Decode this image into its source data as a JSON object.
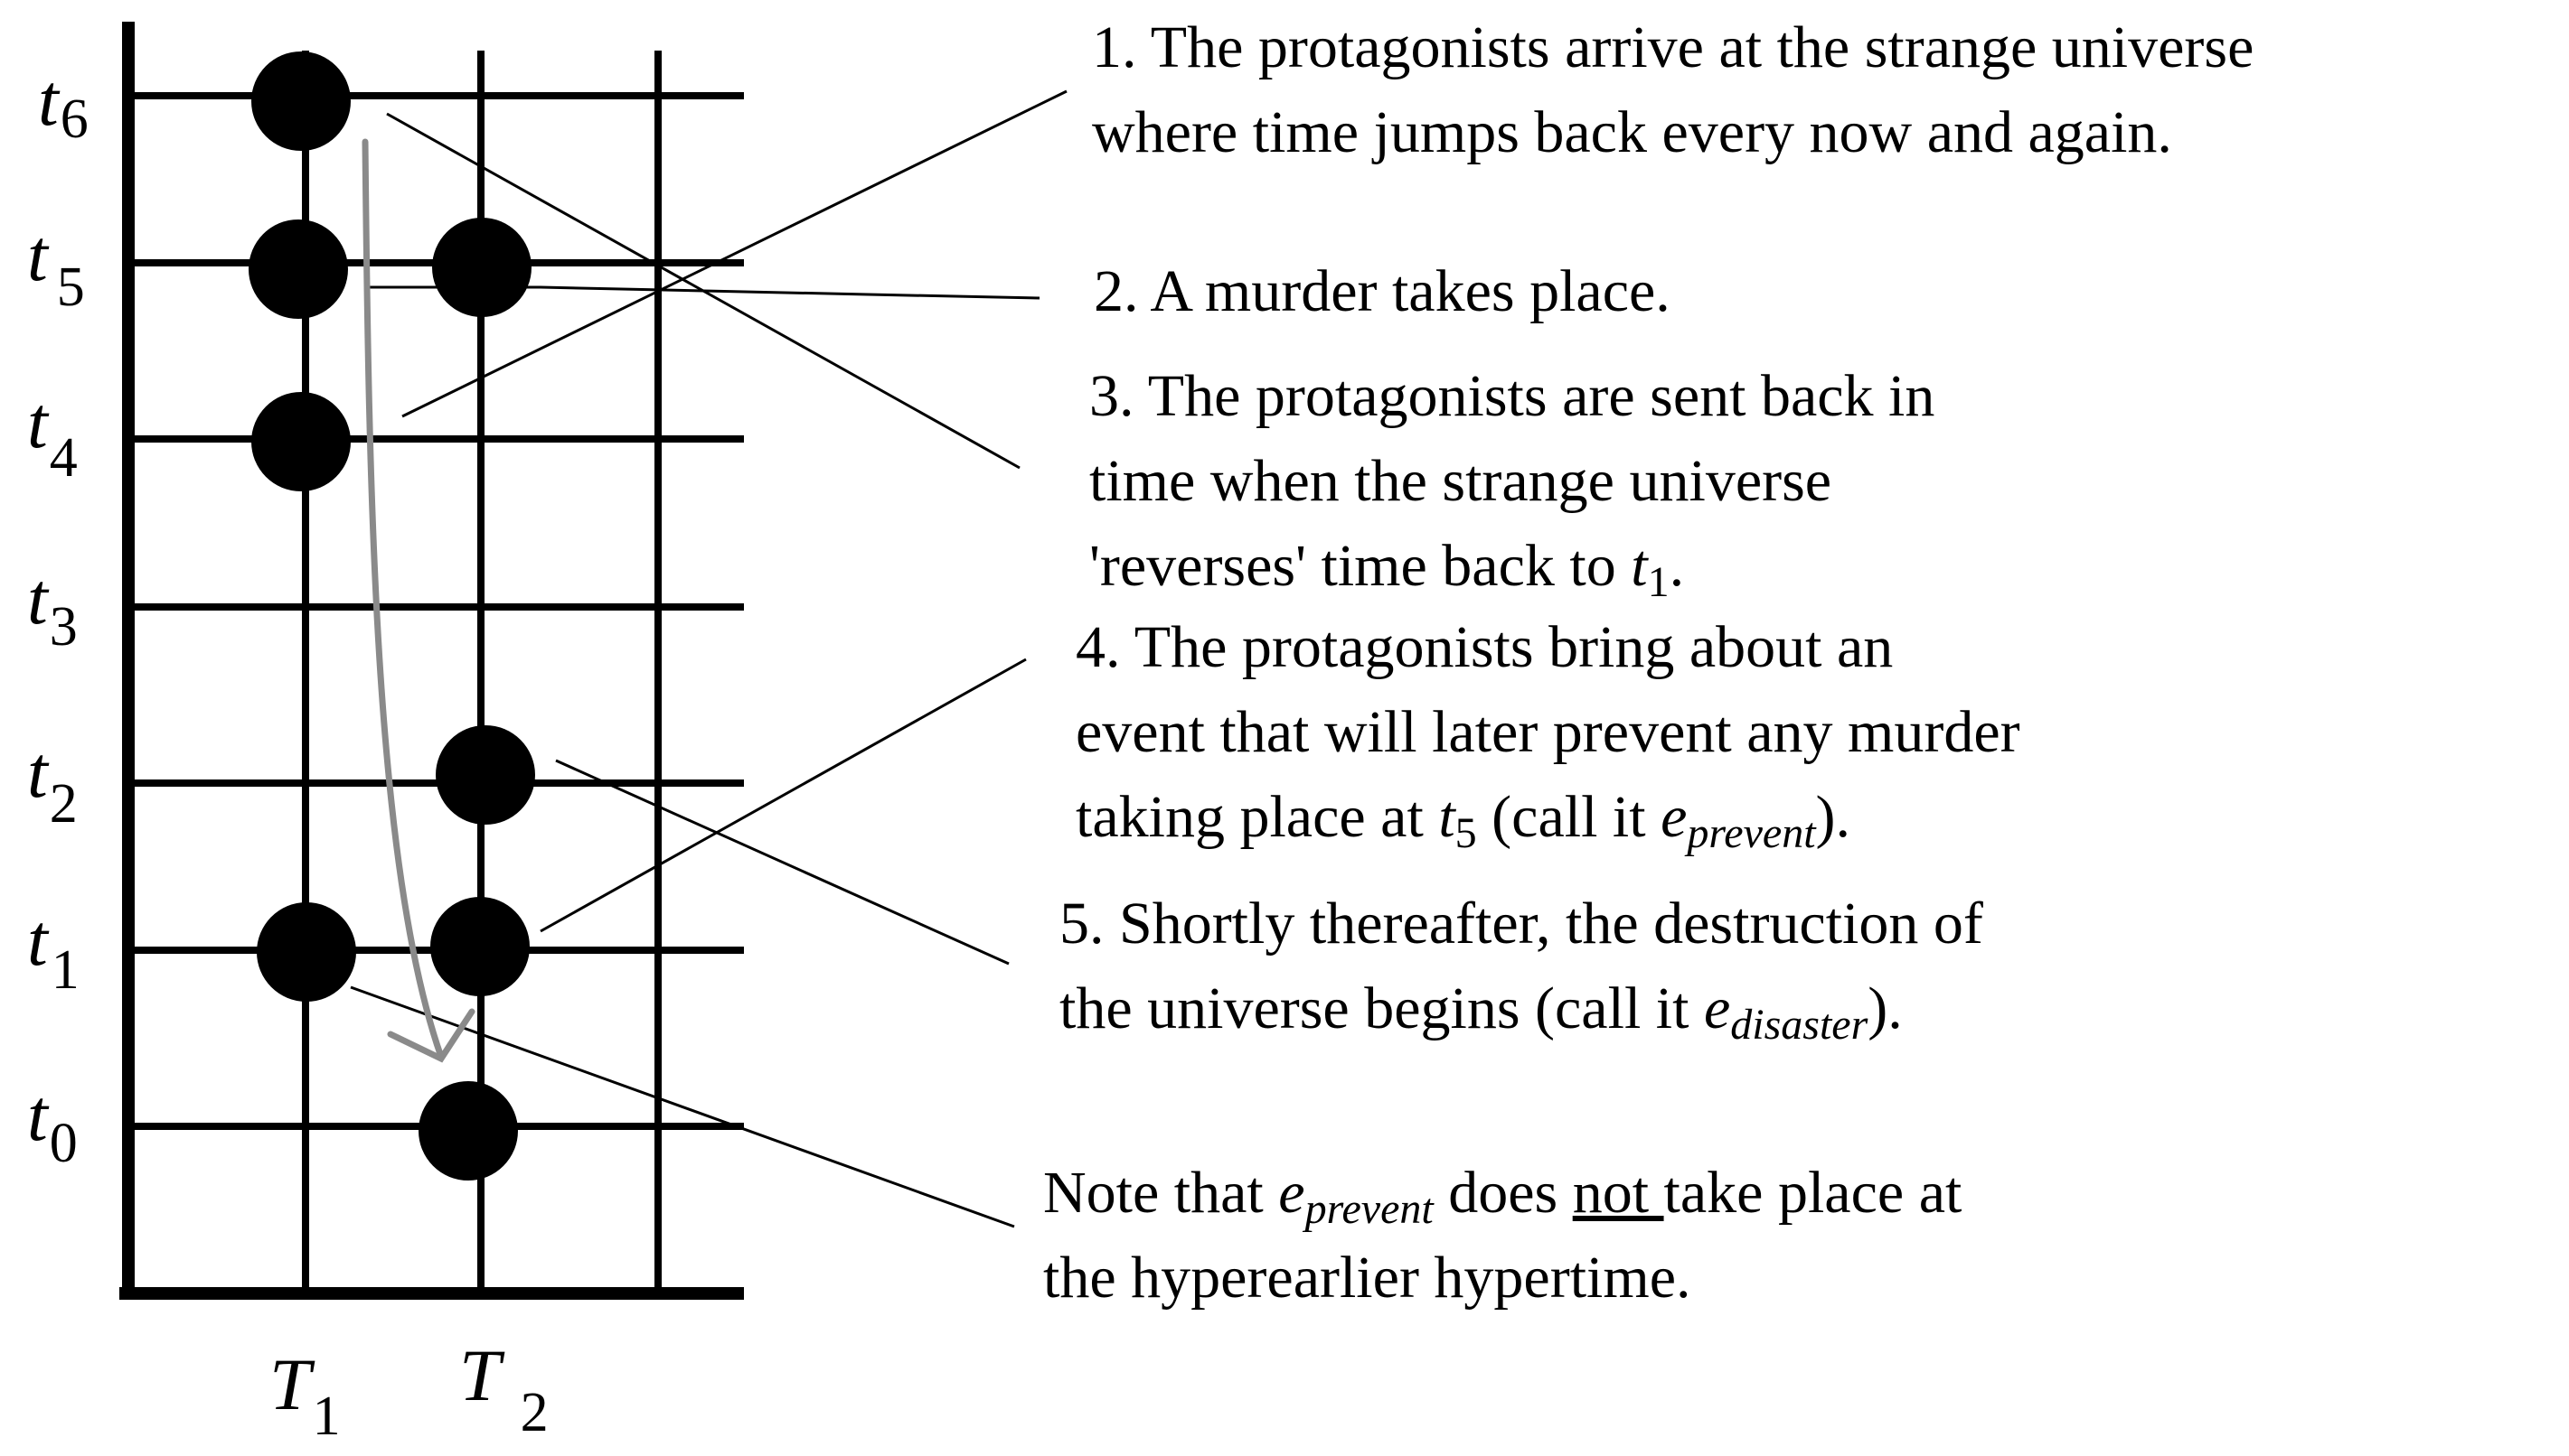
{
  "time_labels": [
    {
      "base": "t",
      "sub": "6"
    },
    {
      "base": "t",
      "sub": "5"
    },
    {
      "base": "t",
      "sub": "4"
    },
    {
      "base": "t",
      "sub": "3"
    },
    {
      "base": "t",
      "sub": "2"
    },
    {
      "base": "t",
      "sub": "1"
    },
    {
      "base": "t",
      "sub": "0"
    }
  ],
  "hypertime_labels": [
    {
      "base": "T",
      "sub": "1"
    },
    {
      "base": "T",
      "sub": "2"
    }
  ],
  "annotations": {
    "a1": {
      "line1": "1. The protagonists arrive at the strange universe",
      "line2": "where time jumps back every now and again."
    },
    "a2": {
      "line1": "2. A murder takes place."
    },
    "a3": {
      "line1": "3. The protagonists are sent back in",
      "line2": "time when the strange universe",
      "line3_text": "'reverses' time back to ",
      "line3_var": "t",
      "line3_sub": "1",
      "line3_end": "."
    },
    "a4": {
      "line1": "4. The protagonists bring about an",
      "line2": "event that will later prevent any murder",
      "line3_text": "taking place at ",
      "line3_var": "t",
      "line3_sub": "5",
      "line3_mid": " (call it ",
      "line3_var2": "e",
      "line3_sub2": "prevent",
      "line3_end": ")."
    },
    "a5": {
      "line1": "5. Shortly thereafter, the destruction of",
      "line2_text": "the universe begins (call it ",
      "line2_var": "e",
      "line2_sub": "disaster",
      "line2_end": ")."
    },
    "note": {
      "line1_text": "Note that ",
      "line1_var": "e",
      "line1_sub": "prevent",
      "line1_mid": " does ",
      "line1_ul": "not ",
      "line1_end": "take place at",
      "line2": "the hyperearlier hypertime."
    }
  },
  "colors": {
    "ink": "#000000",
    "arrow": "#8a8a8a",
    "background": "#ffffff"
  }
}
